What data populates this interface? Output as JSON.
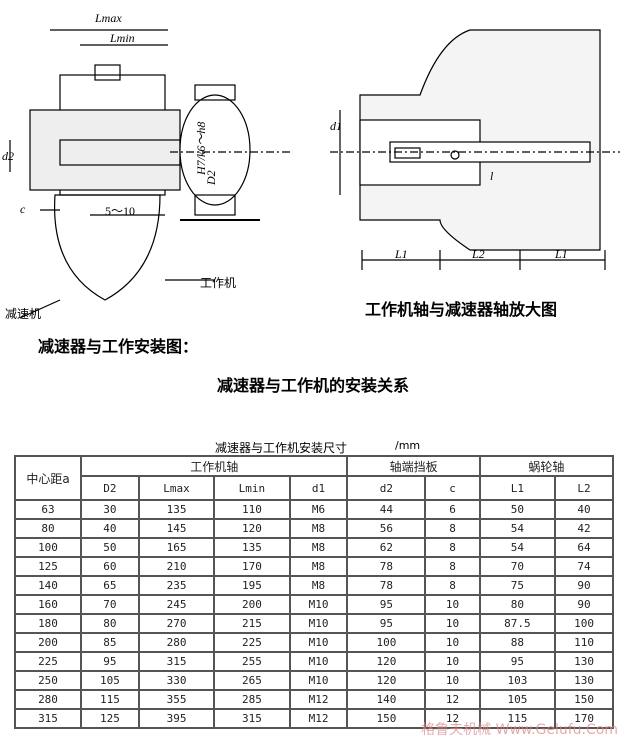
{
  "figure": {
    "labels": {
      "lmax": "Lmax",
      "lmin": "Lmin",
      "d2": "d2",
      "c": "c",
      "gap": "5～10",
      "fit": "H7/k6～h8",
      "D2": "D2",
      "work_machine": "工作机",
      "reducer": "减速机",
      "d1": "d1",
      "L1": "L1",
      "L2": "L2",
      "l": "l"
    }
  },
  "captions": {
    "enlarged": "工作机轴与减速器轴放大图",
    "install_fig": "减速器与工作安装图：",
    "relation": "减速器与工作机的安装关系"
  },
  "table": {
    "title": "减速器与工作机安装尺寸",
    "unit": "/mm",
    "group_headers": [
      "中心距a",
      "工作机轴",
      "轴端挡板",
      "蜗轮轴"
    ],
    "sub_headers": [
      "D2",
      "Lmax",
      "Lmin",
      "d1",
      "d2",
      "c",
      "L1",
      "L2"
    ],
    "rows": [
      [
        "63",
        "30",
        "135",
        "110",
        "M6",
        "44",
        "6",
        "50",
        "40"
      ],
      [
        "80",
        "40",
        "145",
        "120",
        "M8",
        "56",
        "8",
        "54",
        "42"
      ],
      [
        "100",
        "50",
        "165",
        "135",
        "M8",
        "62",
        "8",
        "54",
        "64"
      ],
      [
        "125",
        "60",
        "210",
        "170",
        "M8",
        "78",
        "8",
        "70",
        "74"
      ],
      [
        "140",
        "65",
        "235",
        "195",
        "M8",
        "78",
        "8",
        "75",
        "90"
      ],
      [
        "160",
        "70",
        "245",
        "200",
        "M10",
        "95",
        "10",
        "80",
        "90"
      ],
      [
        "180",
        "80",
        "270",
        "215",
        "M10",
        "95",
        "10",
        "87.5",
        "100"
      ],
      [
        "200",
        "85",
        "280",
        "225",
        "M10",
        "100",
        "10",
        "88",
        "110"
      ],
      [
        "225",
        "95",
        "315",
        "255",
        "M10",
        "120",
        "10",
        "95",
        "130"
      ],
      [
        "250",
        "105",
        "330",
        "265",
        "M10",
        "120",
        "10",
        "103",
        "130"
      ],
      [
        "280",
        "115",
        "355",
        "285",
        "M12",
        "140",
        "12",
        "105",
        "150"
      ],
      [
        "315",
        "125",
        "395",
        "315",
        "M12",
        "150",
        "12",
        "115",
        "170"
      ]
    ]
  },
  "watermark": "格鲁夫机械 Www.Gelufu.Com"
}
